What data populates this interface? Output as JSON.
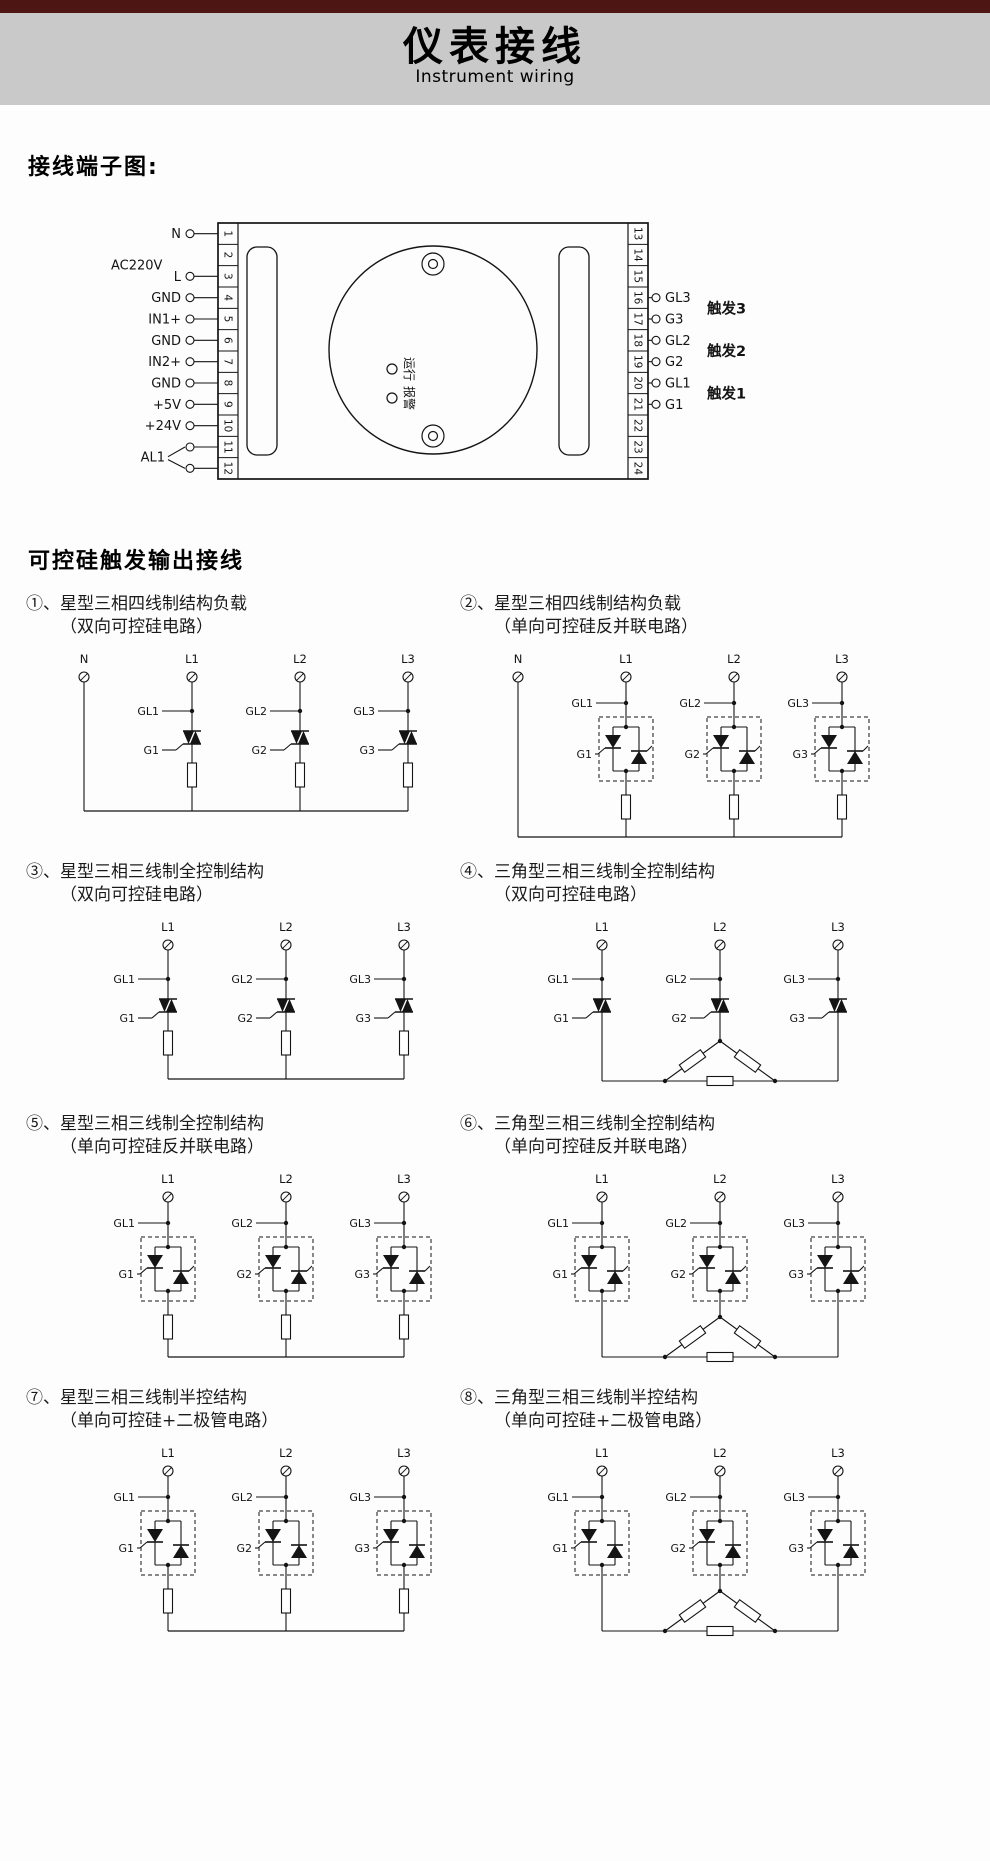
{
  "colors": {
    "top_bar": "#4d1612",
    "banner": "#c9c9c9",
    "ink": "#141414",
    "page_bg": "#fdfdfd"
  },
  "header": {
    "title": "仪表接线",
    "subtitle": "Instrument wiring"
  },
  "terminal_diagram": {
    "title": "接线端子图:",
    "left_terminal_numbers": [
      "1",
      "2",
      "3",
      "4",
      "5",
      "6",
      "7",
      "8",
      "9",
      "10",
      "11",
      "12"
    ],
    "right_terminal_numbers": [
      "13",
      "14",
      "15",
      "16",
      "17",
      "18",
      "19",
      "20",
      "21",
      "22",
      "23",
      "24"
    ],
    "power_label": "AC220V",
    "left_labels": [
      {
        "text": "N",
        "cell": 1
      },
      {
        "text": "L",
        "cell": 3
      },
      {
        "text": "GND",
        "cell": 4
      },
      {
        "text": "IN1+",
        "cell": 5
      },
      {
        "text": "GND",
        "cell": 6
      },
      {
        "text": "IN2+",
        "cell": 7
      },
      {
        "text": "GND",
        "cell": 8
      },
      {
        "text": "+5V",
        "cell": 9
      },
      {
        "text": "+24V",
        "cell": 10
      }
    ],
    "alarm_label": {
      "text": "AL1",
      "cells": [
        11,
        12
      ]
    },
    "right_labels": [
      {
        "text": "GL3",
        "cell": 16
      },
      {
        "text": "G3",
        "cell": 17
      },
      {
        "text": "GL2",
        "cell": 18
      },
      {
        "text": "G2",
        "cell": 19
      },
      {
        "text": "GL1",
        "cell": 20
      },
      {
        "text": "G1",
        "cell": 21
      }
    ],
    "trigger_groups": [
      {
        "text": "触发3",
        "between_cells": [
          16,
          17
        ]
      },
      {
        "text": "触发2",
        "between_cells": [
          18,
          19
        ]
      },
      {
        "text": "触发1",
        "between_cells": [
          20,
          21
        ]
      }
    ],
    "indicators": [
      {
        "text": "运行"
      },
      {
        "text": "报警"
      }
    ]
  },
  "scr_section": {
    "title": "可控硅触发输出接线",
    "circuits": [
      {
        "caption1": "①、星型三相四线制结构负载",
        "caption2": "（双向可控硅电路）",
        "phases": [
          "N",
          "L1",
          "L2",
          "L3"
        ],
        "neutral": true,
        "device": "triac",
        "topology": "star",
        "gate_labels": [
          "GL1",
          "GL2",
          "GL3"
        ],
        "trigger_labels": [
          "G1",
          "G2",
          "G3"
        ]
      },
      {
        "caption1": "②、星型三相四线制结构负载",
        "caption2": "（单向可控硅反并联电路）",
        "phases": [
          "N",
          "L1",
          "L2",
          "L3"
        ],
        "neutral": true,
        "device": "antiparallel-scr",
        "topology": "star",
        "gate_labels": [
          "GL1",
          "GL2",
          "GL3"
        ],
        "trigger_labels": [
          "G1",
          "G2",
          "G3"
        ]
      },
      {
        "caption1": "③、星型三相三线制全控制结构",
        "caption2": "（双向可控硅电路）",
        "phases": [
          "L1",
          "L2",
          "L3"
        ],
        "neutral": false,
        "device": "triac",
        "topology": "star",
        "gate_labels": [
          "GL1",
          "GL2",
          "GL3"
        ],
        "trigger_labels": [
          "G1",
          "G2",
          "G3"
        ]
      },
      {
        "caption1": "④、三角型三相三线制全控制结构",
        "caption2": "（双向可控硅电路）",
        "phases": [
          "L1",
          "L2",
          "L3"
        ],
        "neutral": false,
        "device": "triac",
        "topology": "delta",
        "gate_labels": [
          "GL1",
          "GL2",
          "GL3"
        ],
        "trigger_labels": [
          "G1",
          "G2",
          "G3"
        ]
      },
      {
        "caption1": "⑤、星型三相三线制全控制结构",
        "caption2": "（单向可控硅反并联电路）",
        "phases": [
          "L1",
          "L2",
          "L3"
        ],
        "neutral": false,
        "device": "antiparallel-scr",
        "topology": "star",
        "gate_labels": [
          "GL1",
          "GL2",
          "GL3"
        ],
        "trigger_labels": [
          "G1",
          "G2",
          "G3"
        ]
      },
      {
        "caption1": "⑥、三角型三相三线制全控制结构",
        "caption2": "（单向可控硅反并联电路）",
        "phases": [
          "L1",
          "L2",
          "L3"
        ],
        "neutral": false,
        "device": "antiparallel-scr",
        "topology": "delta",
        "gate_labels": [
          "GL1",
          "GL2",
          "GL3"
        ],
        "trigger_labels": [
          "G1",
          "G2",
          "G3"
        ]
      },
      {
        "caption1": "⑦、星型三相三线制半控结构",
        "caption2": "（单向可控硅+二极管电路）",
        "phases": [
          "L1",
          "L2",
          "L3"
        ],
        "neutral": false,
        "device": "scr-diode",
        "topology": "star",
        "gate_labels": [
          "GL1",
          "GL2",
          "GL3"
        ],
        "trigger_labels": [
          "G1",
          "G2",
          "G3"
        ]
      },
      {
        "caption1": "⑧、三角型三相三线制半控结构",
        "caption2": "（单向可控硅+二极管电路）",
        "phases": [
          "L1",
          "L2",
          "L3"
        ],
        "neutral": false,
        "device": "scr-diode",
        "topology": "delta",
        "gate_labels": [
          "GL1",
          "GL2",
          "GL3"
        ],
        "trigger_labels": [
          "G1",
          "G2",
          "G3"
        ]
      }
    ]
  }
}
